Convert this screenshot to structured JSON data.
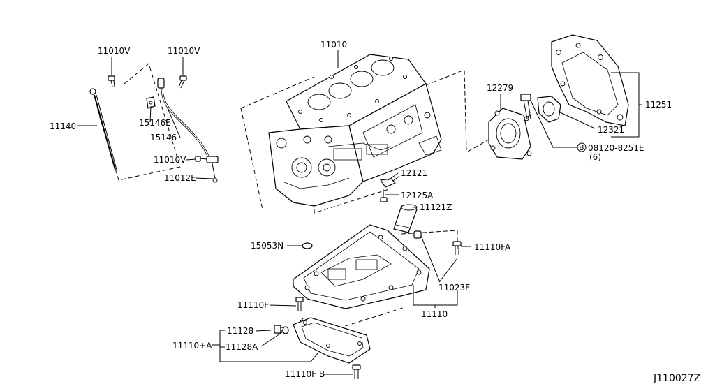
{
  "diagram_ref": "J110027Z",
  "parts": {
    "p_11010V_a": "11010V",
    "p_11010V_b": "11010V",
    "p_11010V_c": "11010V",
    "p_11010": "11010",
    "p_11140": "11140",
    "p_15146E": "15146E",
    "p_15146": "15146",
    "p_11012E": "11012E",
    "p_12279": "12279",
    "p_11251": "11251",
    "p_12321": "12321",
    "p_08120": "08120-8251E",
    "p_08120_qty": "(6)",
    "p_08120_mark": "B",
    "p_12121": "12121",
    "p_12125A": "12125A",
    "p_11121Z": "11121Z",
    "p_15053N": "15053N",
    "p_11110FA": "11110FA",
    "p_11023F": "11023F",
    "p_11110F": "11110F",
    "p_11110": "11110",
    "p_11128": "11128",
    "p_11128A": "11128A",
    "p_11110A": "11110+A",
    "p_11110FB": "11110F B"
  }
}
